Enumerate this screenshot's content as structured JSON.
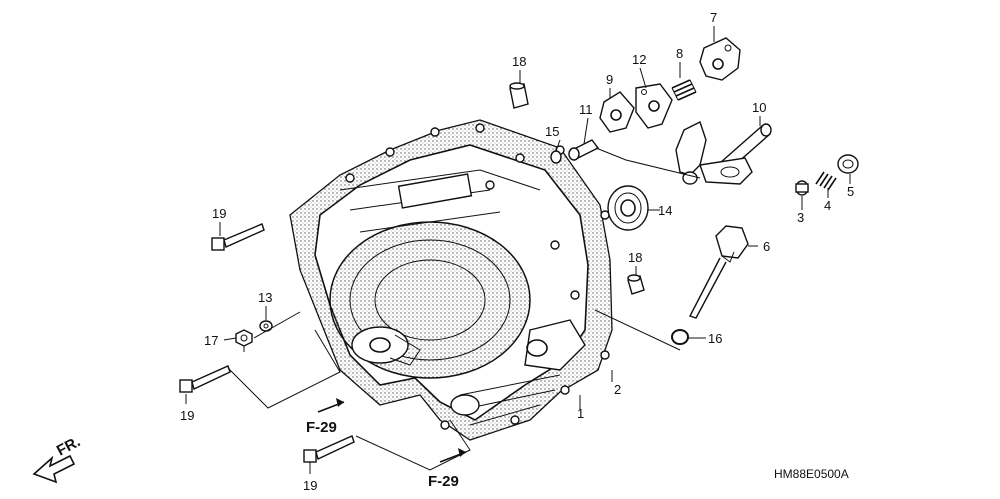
{
  "parts": [
    {
      "id": "p1",
      "number": "1"
    },
    {
      "id": "p2",
      "number": "2"
    },
    {
      "id": "p3",
      "number": "3"
    },
    {
      "id": "p4",
      "number": "4"
    },
    {
      "id": "p5",
      "number": "5"
    },
    {
      "id": "p6",
      "number": "6"
    },
    {
      "id": "p7",
      "number": "7"
    },
    {
      "id": "p8",
      "number": "8"
    },
    {
      "id": "p9",
      "number": "9"
    },
    {
      "id": "p10",
      "number": "10"
    },
    {
      "id": "p11",
      "number": "11"
    },
    {
      "id": "p12",
      "number": "12"
    },
    {
      "id": "p13",
      "number": "13"
    },
    {
      "id": "p14",
      "number": "14"
    },
    {
      "id": "p15",
      "number": "15"
    },
    {
      "id": "p16",
      "number": "16"
    },
    {
      "id": "p17",
      "number": "17"
    },
    {
      "id": "p18a",
      "number": "18"
    },
    {
      "id": "p18b",
      "number": "18"
    },
    {
      "id": "p19a",
      "number": "19"
    },
    {
      "id": "p19b",
      "number": "19"
    },
    {
      "id": "p19c",
      "number": "19"
    }
  ],
  "references": [
    "F-29",
    "F-29"
  ],
  "front_label": "FR.",
  "diagram_code": "HM88E0500A"
}
